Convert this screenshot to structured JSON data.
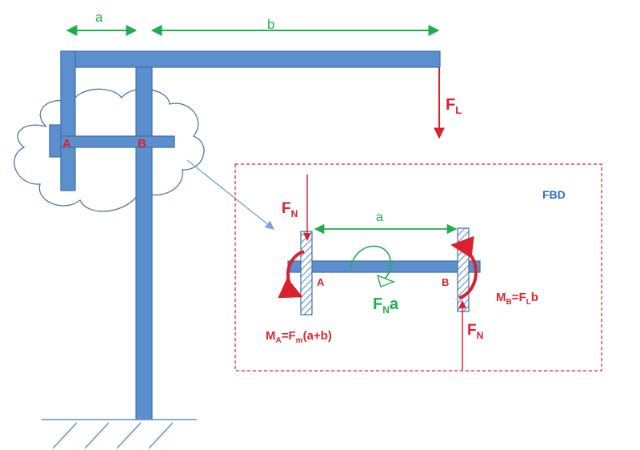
{
  "labels": {
    "dim_a_top": "a",
    "dim_b_top": "b",
    "point_a": "A",
    "point_b": "B",
    "force_fl_main": "F",
    "force_fl_sub": "L",
    "fbd_title": "FBD",
    "fn_top_main": "F",
    "fn_top_sub": "N",
    "dim_a_fbd": "a",
    "fbd_point_a": "A",
    "fbd_point_b": "B",
    "fna_main": "F",
    "fna_sub": "N",
    "fna_tail": "a",
    "mb_main": "M",
    "mb_sub": "B",
    "mb_eq": "=F",
    "mb_sub2": "L",
    "mb_tail": "b",
    "ma_main": "M",
    "ma_sub": "A",
    "ma_eq": "=F",
    "ma_sub2": "m",
    "ma_tail": "(a+b)",
    "fn_bottom_main": "F",
    "fn_bottom_sub": "N"
  },
  "colors": {
    "beam": "#5b8fce",
    "beam_edge": "#3d6fa8",
    "dimension": "#1fae4c",
    "force": "#d9202c",
    "fbd_title": "#2f6fb8",
    "moment_label": "#e0262e",
    "cloud": "#5b7fa6",
    "hatch": "#5b8fce"
  }
}
